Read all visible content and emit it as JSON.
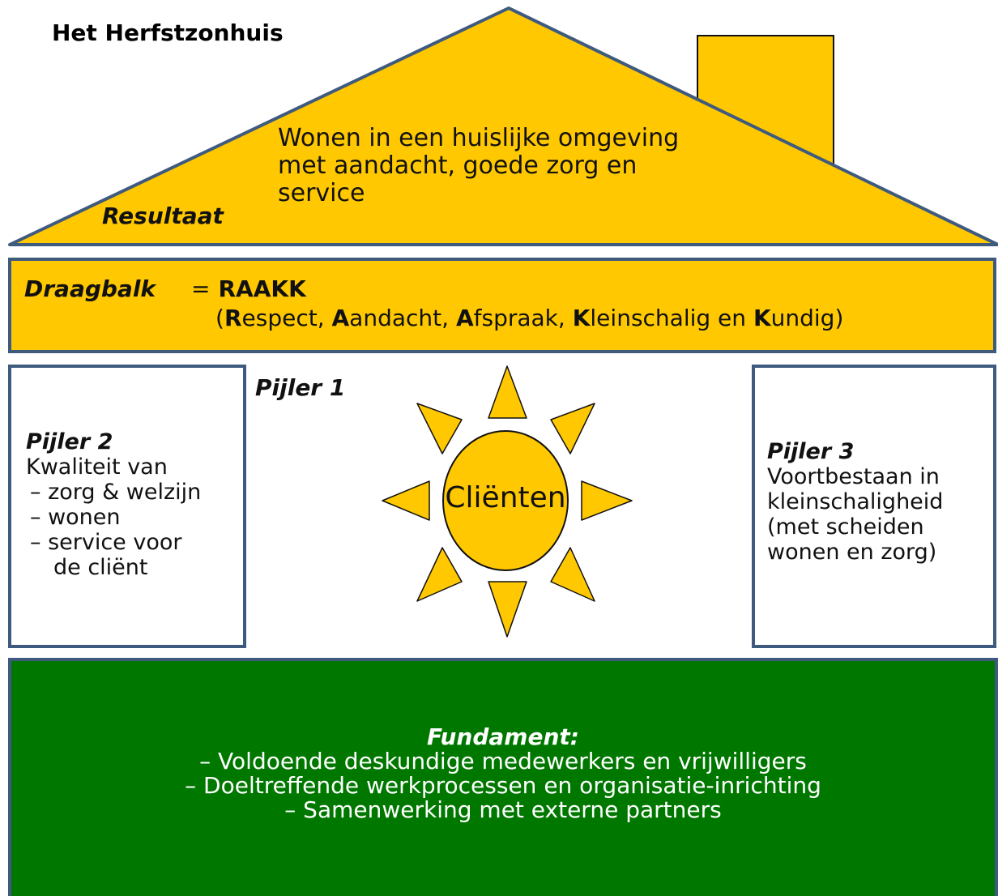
{
  "title": "Het Herfstzonhuis",
  "colors": {
    "roof_fill": "#ffc800",
    "outline": "#3f5a7f",
    "foundation_fill": "#007800",
    "foundation_text": "#ffffff"
  },
  "roof": {
    "label": "Resultaat",
    "lines": [
      "Wonen in een huislijke omgeving",
      "met aandacht, goede zorg en",
      "service"
    ]
  },
  "beam": {
    "label": "Draagbalk",
    "equals": "=",
    "acronym": "RAAKK",
    "open_paren": "(",
    "close_paren": ")",
    "words": [
      {
        "initial": "R",
        "rest": "espect"
      },
      {
        "initial": "A",
        "rest": "andacht"
      },
      {
        "initial": "A",
        "rest": "fspraak"
      },
      {
        "initial": "K",
        "rest": "leinschalig en "
      },
      {
        "initial": "K",
        "rest": "undig"
      }
    ]
  },
  "pillar1": {
    "label": "Pijler 1",
    "sun_label": "Cliënten"
  },
  "pillar2": {
    "label": "Pijler 2",
    "lines": [
      "Kwaliteit van",
      "– zorg & welzijn",
      "– wonen",
      "– service voor",
      "de cliënt"
    ]
  },
  "pillar3": {
    "label": "Pijler 3",
    "lines": [
      "Voortbestaan in",
      "kleinschaligheid",
      "(met scheiden",
      "wonen en zorg)"
    ]
  },
  "foundation": {
    "label": "Fundament:",
    "lines": [
      "– Voldoende deskundige medewerkers en vrijwilligers",
      "– Doeltreffende werkprocessen en organisatie-inrichting",
      "– Samenwerking met externe partners"
    ]
  }
}
